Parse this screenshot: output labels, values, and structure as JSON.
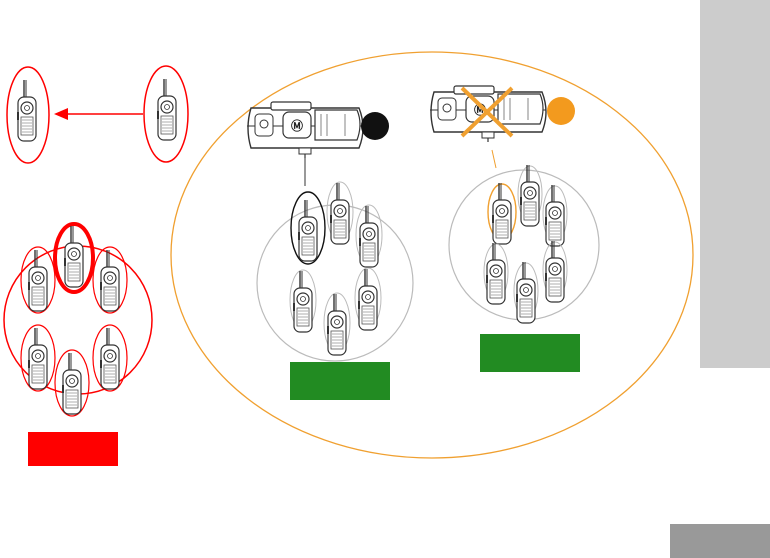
{
  "colors": {
    "red": "#ff0000",
    "green": "#228b22",
    "orange": "#f0a030",
    "badge_orange": "#f39a1e",
    "black": "#111111",
    "gray_tab": "#cccccc",
    "gray_page_tab": "#999999",
    "circle_gray": "#bbbbbb"
  },
  "icons": {
    "radio": "two-way-radio-icon",
    "charger": "charger-dock-icon",
    "arrow": "arrow-left-icon",
    "cross": "x-cross-icon",
    "badge": "circle-badge-icon"
  },
  "groups": {
    "red_group_radios": 6,
    "charger_a_group_radios": 6,
    "charger_b_group_radios": 6
  }
}
